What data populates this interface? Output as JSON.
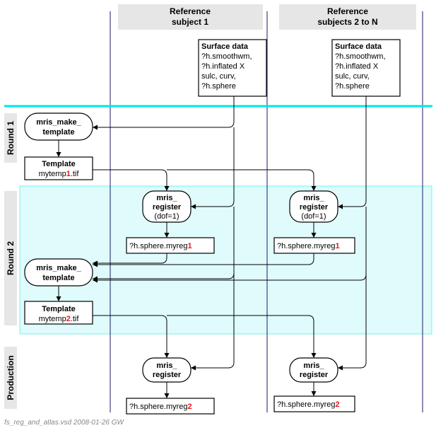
{
  "colors": {
    "header_fill": "#e6e6e6",
    "round_label_fill": "#e6e6e6",
    "cyan_line": "#00e5ee",
    "round2_fill": "#dffbfb",
    "lane_line": "#1a1a66",
    "highlight_red": "#e0191e"
  },
  "headers": {
    "subject1": [
      "Reference",
      "subject 1"
    ],
    "subjects_n": [
      "Reference",
      "subjects 2 to N"
    ]
  },
  "rounds": {
    "round1": "Round 1",
    "round2": "Round 2",
    "production": "Production"
  },
  "surface_data": {
    "title": "Surface data",
    "lines": [
      "?h.smoothwm,",
      "?h.inflated X",
      "sulc, curv,",
      "?h.sphere"
    ]
  },
  "make_template": {
    "line1": "mris_make_",
    "line2": "template"
  },
  "template": {
    "title": "Template",
    "prefix": "mytemp",
    "suffix": ".tif",
    "round1_num": "1",
    "round2_num": "2"
  },
  "register": {
    "line1": "mris_",
    "line2": "register",
    "dof": "(dof=1)"
  },
  "sphere_reg": {
    "prefix": "?h.sphere.myreg",
    "round2_num": "1",
    "production_num": "2"
  },
  "footer": "fs_reg_and_atlas.vsd  2008-01-26 GW"
}
